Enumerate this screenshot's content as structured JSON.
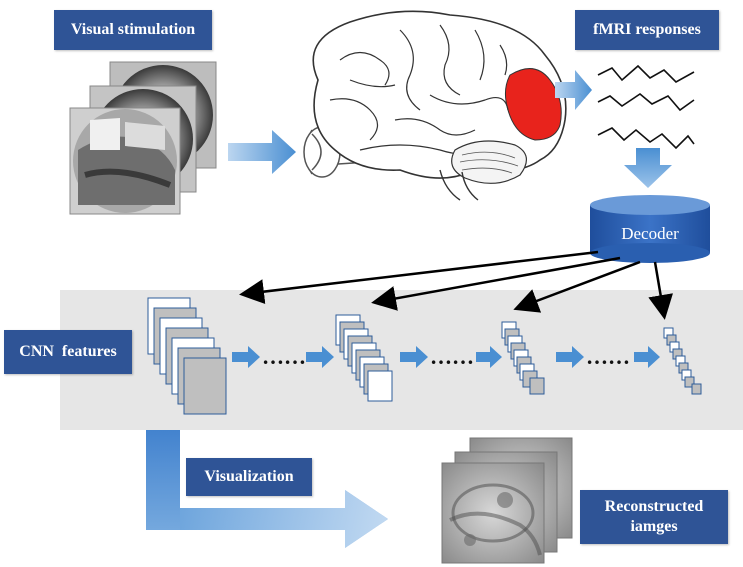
{
  "labels": {
    "visual_stimulation": "Visual stimulation",
    "fmri_responses": "fMRI responses",
    "decoder": "Decoder",
    "cnn_features": "CNN  features",
    "visualization": "Visualization",
    "reconstructed_line1": "Reconstructed",
    "reconstructed_line2": "iamges"
  },
  "ellipsis": [
    "……",
    "……",
    "……"
  ],
  "colors": {
    "label_bg": "#2f5496",
    "arrow_blue": "#5b9bd5",
    "brain_highlight": "#e8231c",
    "band_gray": "#e6e6e6",
    "layer_fill": "#bfbfbf"
  }
}
